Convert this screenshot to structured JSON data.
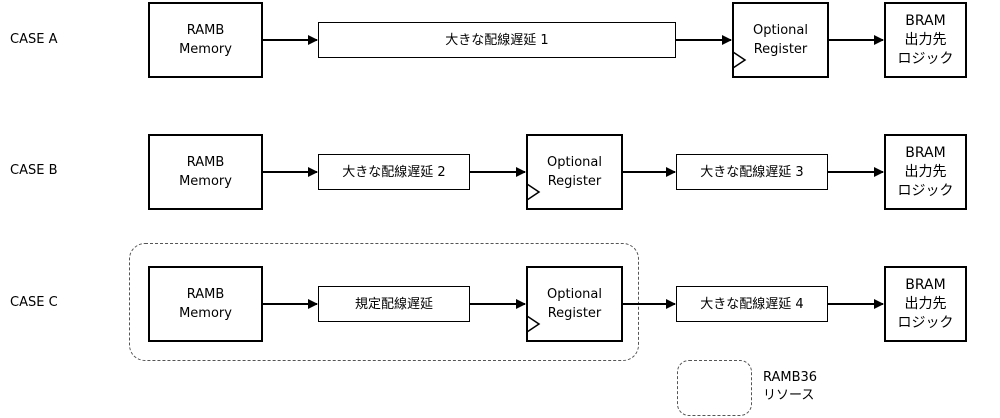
{
  "cases": [
    {
      "label": "CASE A",
      "memory": "RAMB\nMemory",
      "delay_before": "大きな配線遅延 1",
      "register": "Optional\nRegister",
      "delay_after": "",
      "output": "BRAM\n出力先\nロジック"
    },
    {
      "label": "CASE B",
      "memory": "RAMB\nMemory",
      "delay_before": "大きな配線遅延 2",
      "register": "Optional\nRegister",
      "delay_after": "大きな配線遅延 3",
      "output": "BRAM\n出力先\nロジック"
    },
    {
      "label": "CASE C",
      "memory": "RAMB\nMemory",
      "delay_before": "規定配線遅延",
      "register": "Optional\nRegister",
      "delay_after": "大きな配線遅延 4",
      "output": "BRAM\n出力先\nロジック"
    }
  ],
  "legend": {
    "text": "RAMB36\nリソース"
  }
}
